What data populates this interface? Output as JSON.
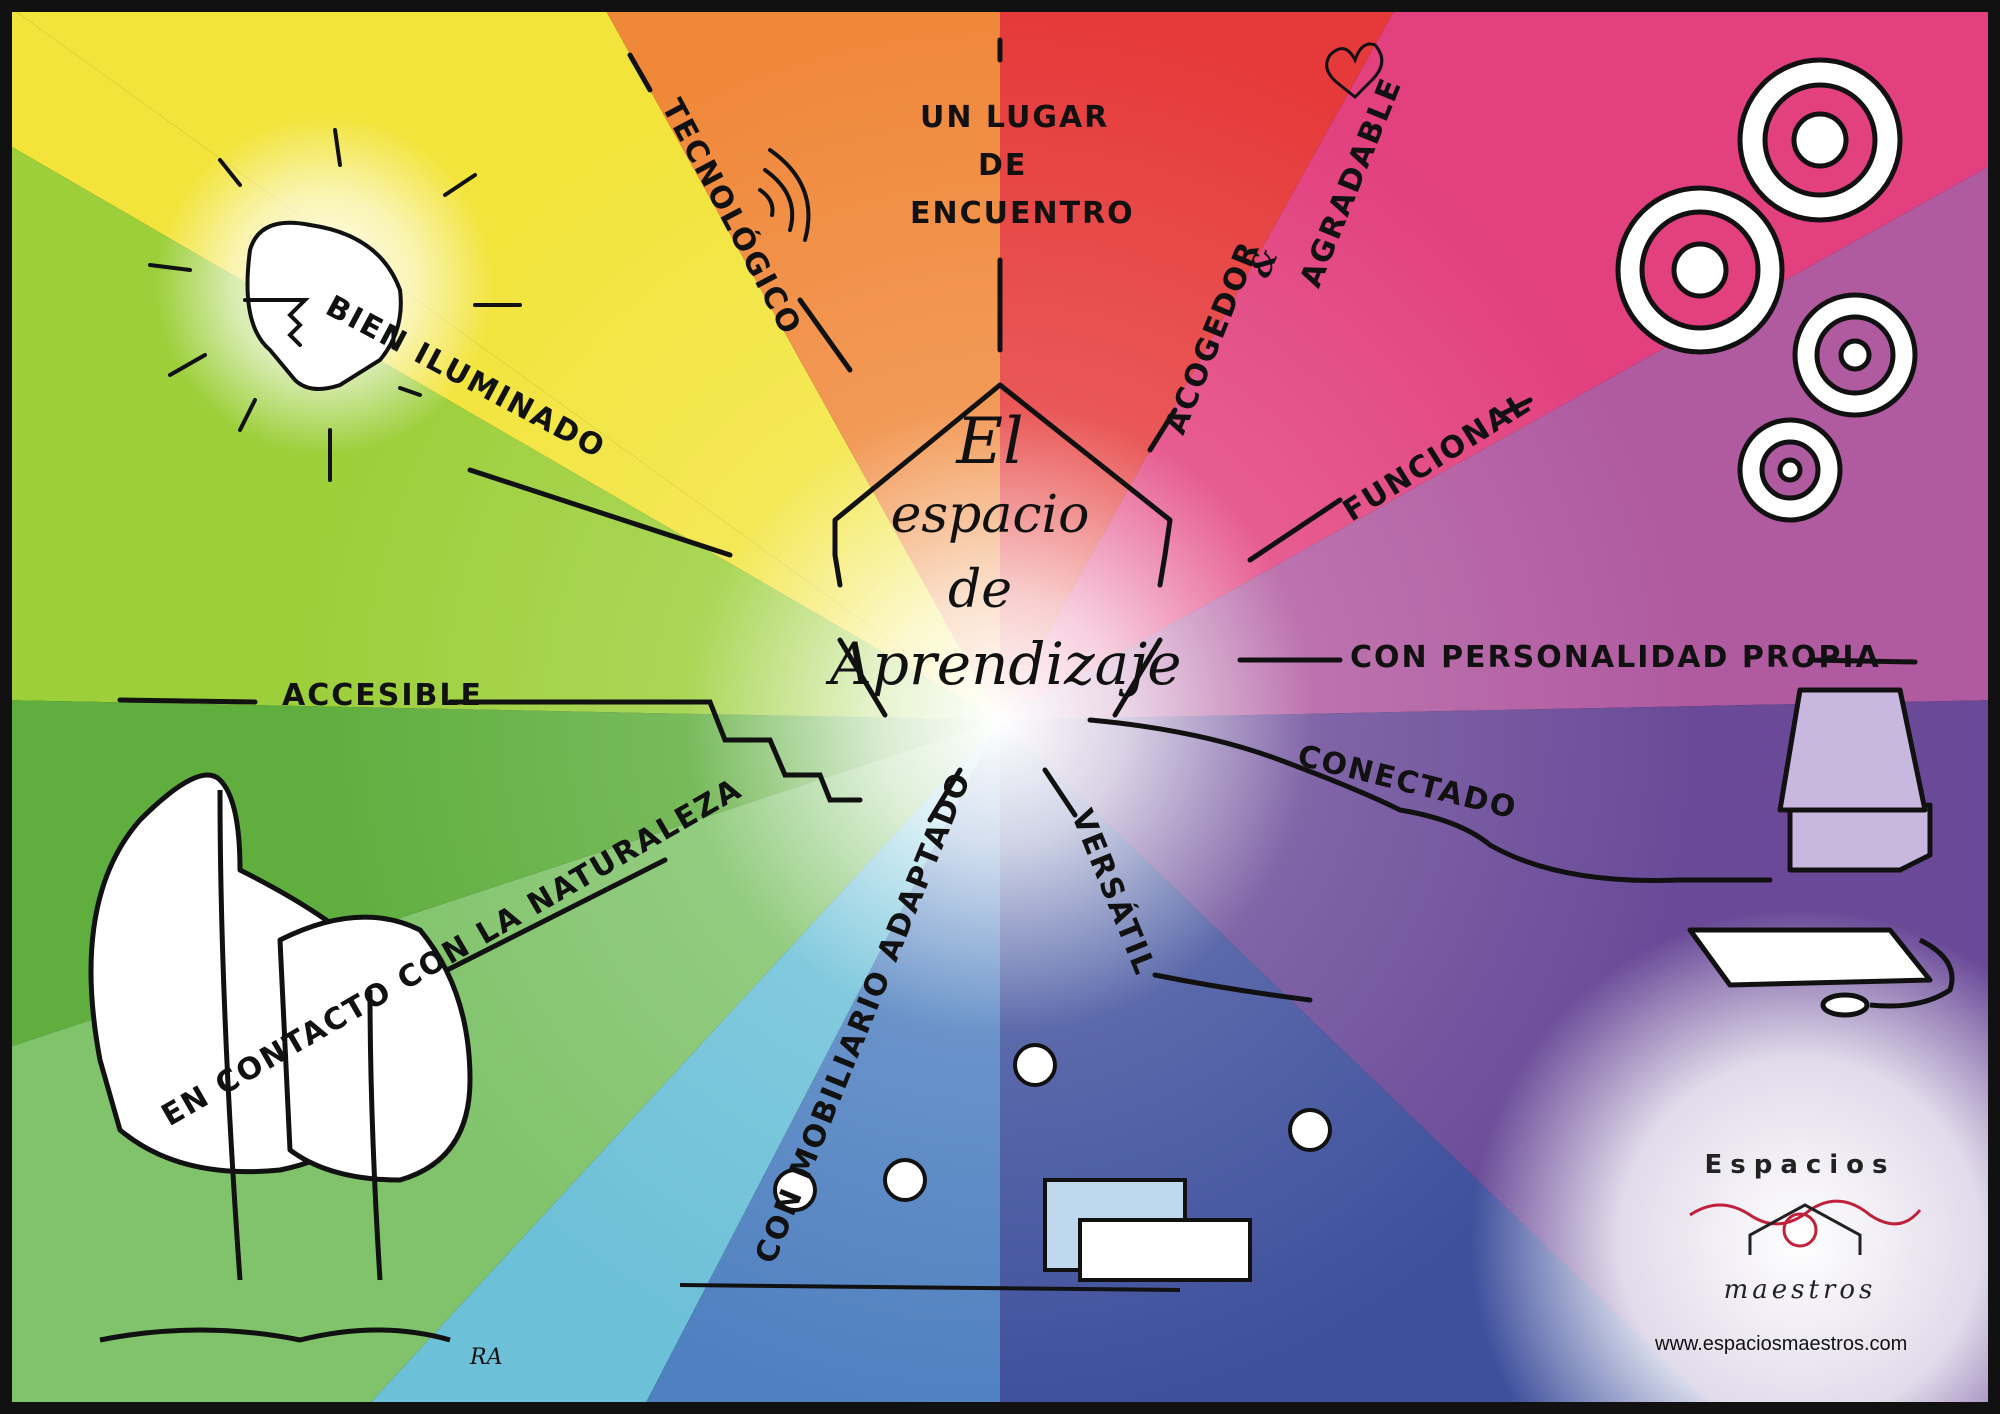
{
  "center": {
    "line1": "El",
    "line2": "espacio",
    "line3": "de",
    "line4": "Aprendizaje"
  },
  "sectors": [
    {
      "label": "UN LUGAR",
      "label2": "DE",
      "label3": "ENCUENTRO"
    },
    {
      "label": "ACOGEDOR"
    },
    {
      "label": "&"
    },
    {
      "label": "AGRADABLE"
    },
    {
      "label": "FUNCIONAL"
    },
    {
      "label": "CON PERSONALIDAD PROPIA"
    },
    {
      "label": "CONECTADO"
    },
    {
      "label": "VERSÁTIL"
    },
    {
      "label": "CON MOBILIARIO ADAPTADO"
    },
    {
      "label": "EN CONTACTO CON LA NATURALEZA"
    },
    {
      "label": "ACCESIBLE"
    },
    {
      "label": "BIEN ILUMINADO"
    },
    {
      "label": "TECNOLÓGICO"
    }
  ],
  "brand": {
    "top": "Espacios",
    "bottom": "maestros",
    "website": "www.espaciosmaestros.com"
  },
  "signature": "RA",
  "colors": {
    "yellow": "#f2e43a",
    "orange": "#f0883a",
    "red": "#e63a3a",
    "pink": "#e2407e",
    "violet": "#b05aa0",
    "purple": "#6a4a98",
    "indigo": "#3e4f9c",
    "blue": "#4f80c0",
    "cyan": "#6cc0d8",
    "green_light": "#80c36a",
    "green": "#5fae3e",
    "green_top": "#9ccf3a"
  }
}
